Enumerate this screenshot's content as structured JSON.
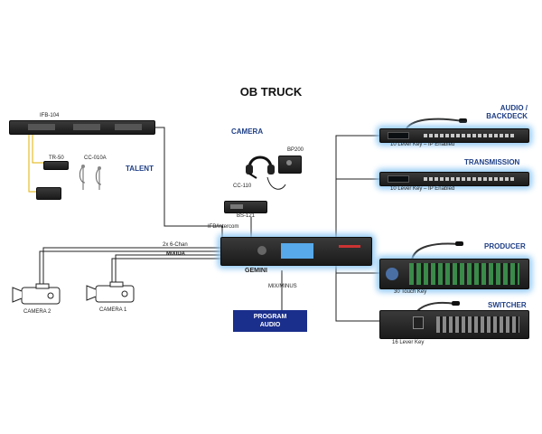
{
  "title": "OB TRUCK",
  "sections": {
    "camera": "CAMERA",
    "talent": "TALENT",
    "audio_backdeck": "AUDIO / BACKDECK",
    "transmission": "TRANSMISSION",
    "producer": "PRODUCER",
    "switcher": "SWITCHER"
  },
  "devices": {
    "ifb": "IFB-104",
    "tr50": "TR-50",
    "cc010a": "CC-010A",
    "bp200": "BP200",
    "cc110": "CC-110",
    "bs121": "BS-121",
    "gemini": "GEMINI",
    "camera1": "CAMERA 1",
    "camera2": "CAMERA 2",
    "audio_panel": "10 Lever Key – IP Enabled",
    "transmission_panel": "10 Lever Key – IP Enabled",
    "producer_panel": "30 Touch Key",
    "switcher_panel": "16 Lever Key"
  },
  "connections": {
    "ifb_intercom": "IFB/Intercom",
    "chan_line1": "2x 6-Chan",
    "chan_line2": "MIXIDA",
    "mix_minus": "MIX/MINUS"
  },
  "program": {
    "line1": "PROGRAM",
    "line2": "AUDIO"
  }
}
